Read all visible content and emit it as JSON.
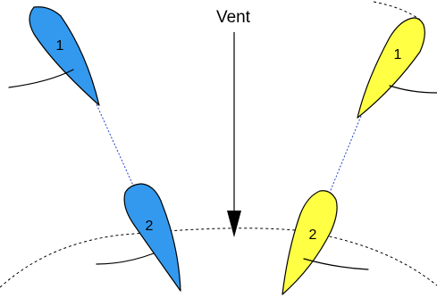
{
  "wind": {
    "label": "Vent"
  },
  "boats": {
    "blue": {
      "color": "#3399ee",
      "link_color": "#2244cc",
      "labels": [
        "1",
        "2"
      ]
    },
    "yellow": {
      "color": "#ffff44",
      "link_color": "#2244cc",
      "labels": [
        "1",
        "2"
      ]
    }
  }
}
